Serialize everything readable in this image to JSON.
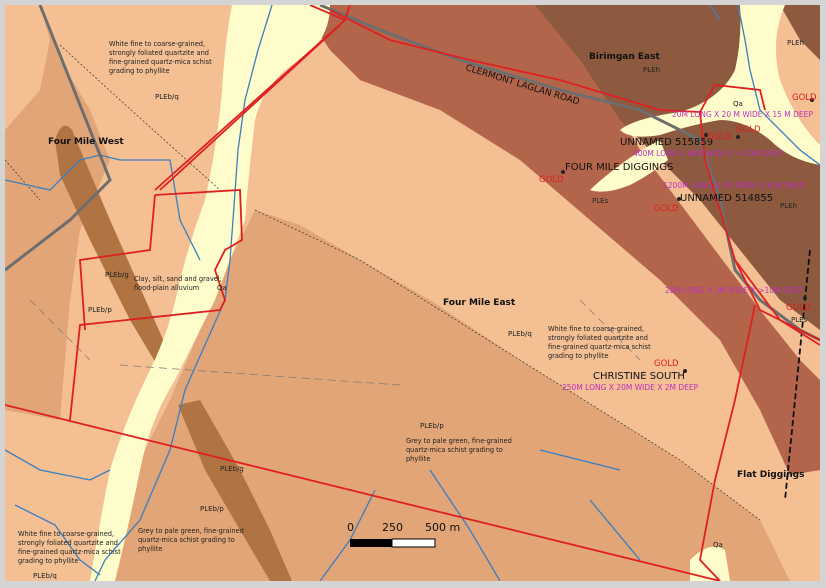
{
  "map": {
    "colors": {
      "qa_alluvium": "#fefccb",
      "pleb_q": "#f3bf93",
      "pleb_p": "#e1a577",
      "pleb_g": "#b07443",
      "ples": "#b2654a",
      "pleh": "#8d5a3f",
      "tenement_boundary": "#e02020",
      "drainage": "#3a7fc0",
      "road": "#6e6e6e"
    },
    "unit_labels": {
      "pleb_q_1": "PLEb/q",
      "pleb_g_1": "PLEb/g",
      "pleb_p_1": "PLEb/p",
      "qa_1": "Qa",
      "pleb_q_2": "PLEb/q",
      "pleb_p_2": "PLEb/p",
      "pleb_g_2": "PLEb/g",
      "pleb_p_3": "PLEb/p",
      "pleb_q_3": "PLEb/q",
      "qa_2": "Qa",
      "qa_3": "Qa",
      "pleh_1": "PLEh",
      "pleh_2": "PLEh",
      "pleh_3": "PLEh",
      "ples_1": "PLEs",
      "ples_2": "PLEs"
    },
    "descriptions": {
      "quartzite_1": [
        "White fine to coarse-grained,",
        "strongly foliated quartzite and",
        "fine-grained quartz-mica schist",
        "grading to phyllite"
      ],
      "alluvium": [
        "Clay, silt, sand and gravel;",
        "flood-plain alluvium"
      ],
      "quartzite_2": [
        "White fine to coarse-grained,",
        "strongly foliated quartzite and",
        "fine-grained quartz-mica schist",
        "grading to phyllite"
      ],
      "schist_1": [
        "Grey to pale green, fine-grained",
        "quartz-mica schist grading to",
        "phyllite"
      ],
      "schist_2": [
        "Grey to pale green, fine-grained",
        "quartz-mica schist grading to",
        "phyllite"
      ],
      "quartzite_3": [
        "White fine to coarse-grained,",
        "strongly foliated quartzite and",
        "fine-grained quartz-mica schist",
        "grading to phyllite"
      ]
    },
    "places": {
      "four_mile_west": "Four Mile West",
      "birimgan_east": "Birimgan East",
      "four_mile_east": "Four Mile East",
      "flat_diggings": "Flat Diggings"
    },
    "road_name": "CLERMONT LAGLAN ROAD",
    "mines": [
      {
        "name": "UNNAMED 515859",
        "commodity": "GOLD",
        "dimensions": "400M LONG X 60M WIDE X <2.0M DEEP"
      },
      {
        "name": "FOUR MILE DIGGINGS",
        "commodity": "GOLD",
        "dimensions": ""
      },
      {
        "name": "UNNAMED 514855",
        "commodity": "GOLD",
        "dimensions": "1200M LONG X 3M WIDE X 30M DEEP"
      },
      {
        "name": "CHRISTINE SOUTH",
        "commodity": "GOLD",
        "dimensions": "250M LONG X 20M WIDE X 2M DEEP"
      }
    ],
    "other_occurrences": [
      {
        "commodity": "GOLD",
        "dimensions": "20M LONG X 20 M WIDE X 15 M DEEP"
      },
      {
        "commodity": "GOLD",
        "dimensions": ""
      },
      {
        "commodity": "GOLD",
        "dimensions": "20M LONG X 3M WIDE X >10M DEEP"
      }
    ],
    "scale_bar": {
      "labels": [
        "0",
        "250",
        "500 m"
      ]
    }
  }
}
